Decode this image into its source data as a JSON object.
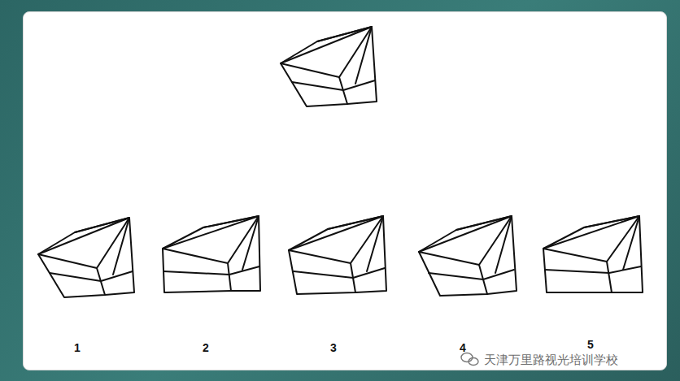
{
  "diagram": {
    "labels": [
      "1",
      "2",
      "3",
      "4",
      "5",
      "天津万里路视光培训学校"
    ]
  }
}
